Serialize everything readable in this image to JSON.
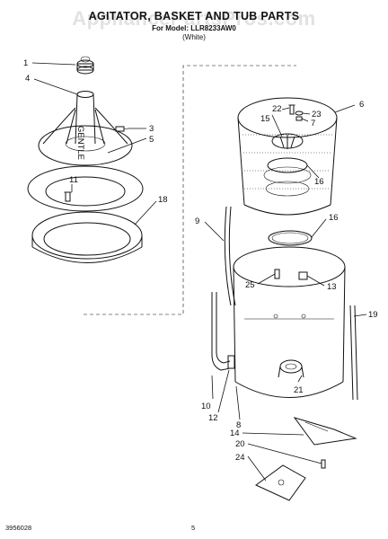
{
  "page": {
    "title": "AGITATOR, BASKET AND TUB PARTS",
    "model": "For Model: LLR8233AW0",
    "color": "(White)",
    "watermark": "AppliancePartsPros.com",
    "doc_number": "3956028",
    "page_number": "5"
  },
  "callouts": {
    "c1": "1",
    "c3": "3",
    "c4": "4",
    "c5": "5",
    "c6": "6",
    "c7": "7",
    "c8": "8",
    "c9": "9",
    "c10": "10",
    "c11": "11",
    "c12": "12",
    "c13": "13",
    "c14": "14",
    "c15": "15",
    "c16a": "16",
    "c16b": "16",
    "c18": "18",
    "c19": "19",
    "c20": "20",
    "c21": "21",
    "c22": "22",
    "c23": "23",
    "c24": "24",
    "c25": "25"
  }
}
